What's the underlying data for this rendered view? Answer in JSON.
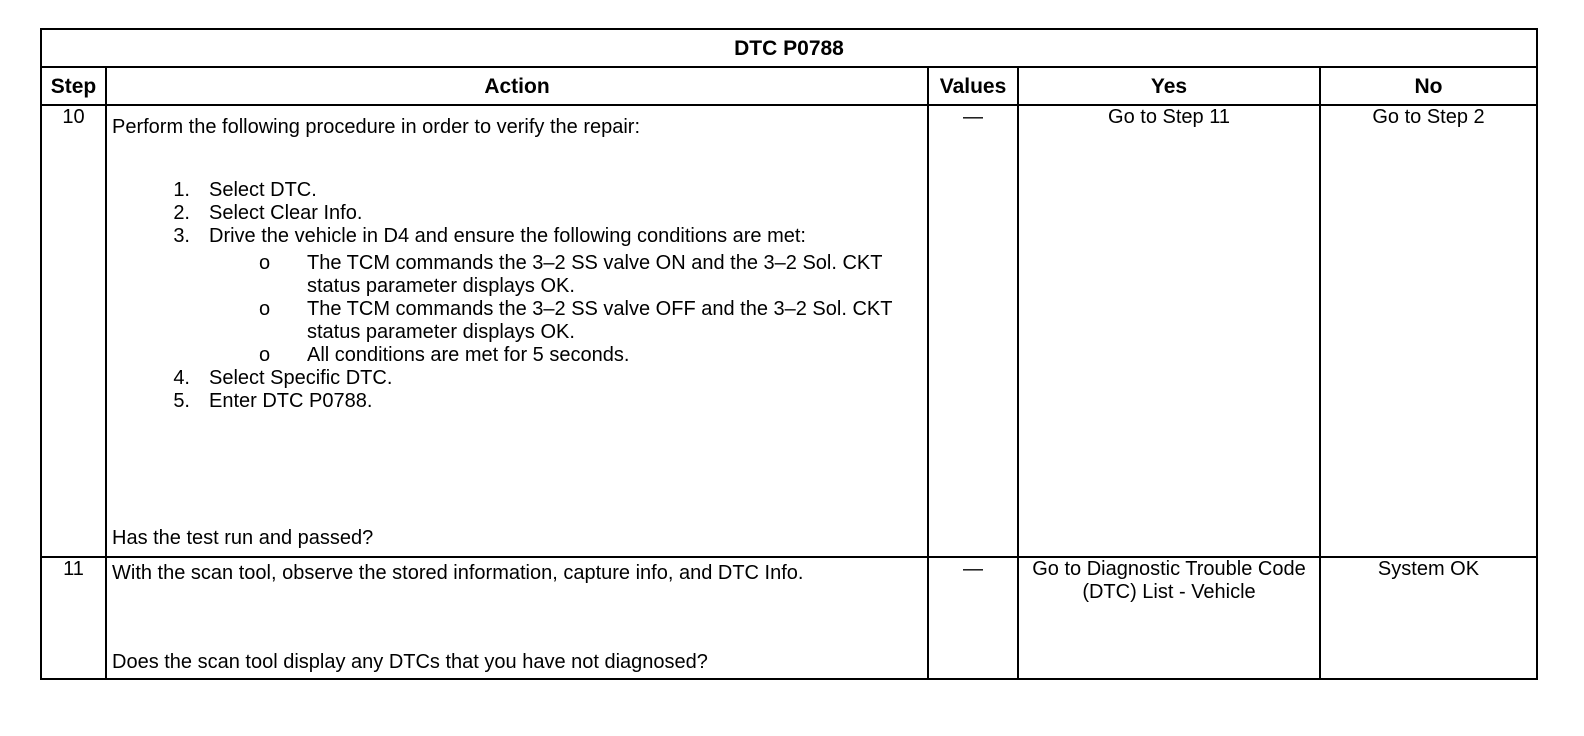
{
  "title": "DTC P0788",
  "headers": {
    "step": "Step",
    "action": "Action",
    "values": "Values",
    "yes": "Yes",
    "no": "No"
  },
  "rows": [
    {
      "step": "10",
      "intro": "Perform the following procedure in order to verify the repair:",
      "items": [
        {
          "num": "1.",
          "text": "Select DTC."
        },
        {
          "num": "2.",
          "text": "Select Clear Info."
        },
        {
          "num": "3.",
          "text": "Drive the vehicle in D4 and ensure the following conditions are met:",
          "subs": [
            {
              "bullet": "o",
              "text": "The TCM commands the 3–2 SS valve ON and the 3–2 Sol. CKT status parameter displays OK."
            },
            {
              "bullet": "o",
              "text": "The TCM commands the 3–2 SS valve OFF and the 3–2 Sol. CKT status parameter displays OK."
            },
            {
              "bullet": "o",
              "text": "All conditions are met for 5 seconds."
            }
          ]
        },
        {
          "num": "4.",
          "text": "Select Specific DTC."
        },
        {
          "num": "5.",
          "text": "Enter DTC P0788."
        }
      ],
      "question": "Has the test run and passed?",
      "value": "—",
      "yes": "Go to Step 11",
      "no": "Go to Step 2"
    },
    {
      "step": "11",
      "intro": "With the scan tool, observe the stored information, capture info, and DTC Info.",
      "question": "Does the scan tool display any DTCs that you have not diagnosed?",
      "value": "—",
      "yes": "Go to Diagnostic Trouble Code (DTC) List - Vehicle",
      "no": "System OK"
    }
  ]
}
